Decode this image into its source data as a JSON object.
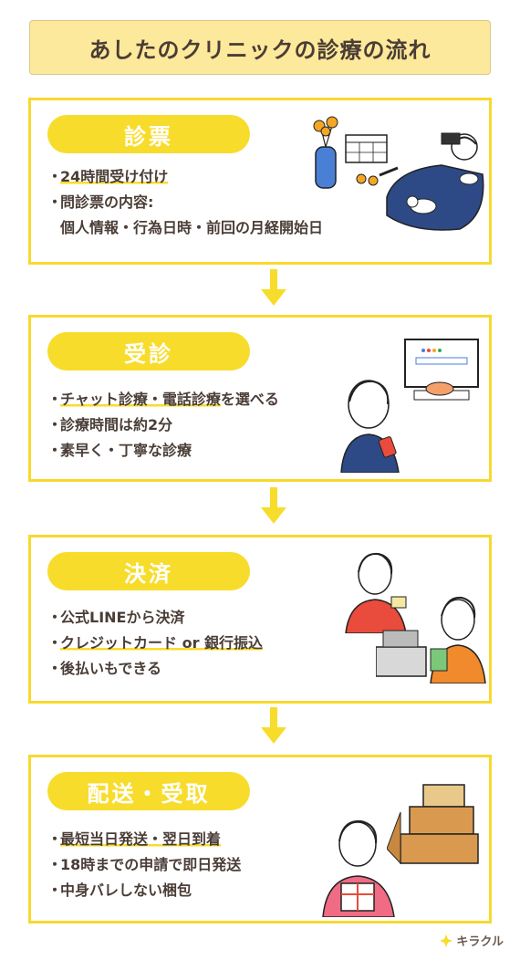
{
  "title": "あしたのクリニックの診療の流れ",
  "steps": [
    {
      "label": "診票",
      "items": [
        {
          "pre": "・",
          "hl": "24時間受け付け",
          "post": ""
        },
        {
          "pre": "・",
          "hl": "",
          "post": "問診票の内容:"
        },
        {
          "pre": "",
          "hl": "",
          "post": "個人情報・行為日時・前回の月経開始日",
          "indent": true
        }
      ]
    },
    {
      "label": "受診",
      "items": [
        {
          "pre": "・",
          "hl": "チャット診療・電話診療",
          "post": "を選べる"
        },
        {
          "pre": "・",
          "hl": "",
          "post": "診療時間は約2分"
        },
        {
          "pre": "・",
          "hl": "",
          "post": "素早く・丁寧な診療"
        }
      ]
    },
    {
      "label": "決済",
      "items": [
        {
          "pre": "・",
          "hl": "",
          "post": "公式LINEから決済"
        },
        {
          "pre": "・",
          "hl": "クレジットカード or 銀行振込",
          "post": ""
        },
        {
          "pre": "・",
          "hl": "",
          "post": "後払いもできる"
        }
      ]
    },
    {
      "label": "配送・受取",
      "items": [
        {
          "pre": "・",
          "hl": "最短当日発送・翌日到着",
          "post": ""
        },
        {
          "pre": "・",
          "hl": "",
          "post": "18時までの申請で即日発送"
        },
        {
          "pre": "・",
          "hl": "",
          "post": "中身バレしない梱包"
        }
      ]
    }
  ],
  "logo_text": "キラクル",
  "colors": {
    "accent": "#f8dc2c",
    "title_bg": "#fde99b",
    "text": "#4a3d36"
  },
  "icons": [
    "flower-vase-icon",
    "calendar-icon",
    "sleeping-person-icon",
    "cat-icon",
    "computer-icon",
    "smartphone-person-icon",
    "payment-person-icon",
    "cash-register-icon",
    "cardboard-box-icon",
    "gift-person-icon",
    "arrow-down-icon"
  ]
}
